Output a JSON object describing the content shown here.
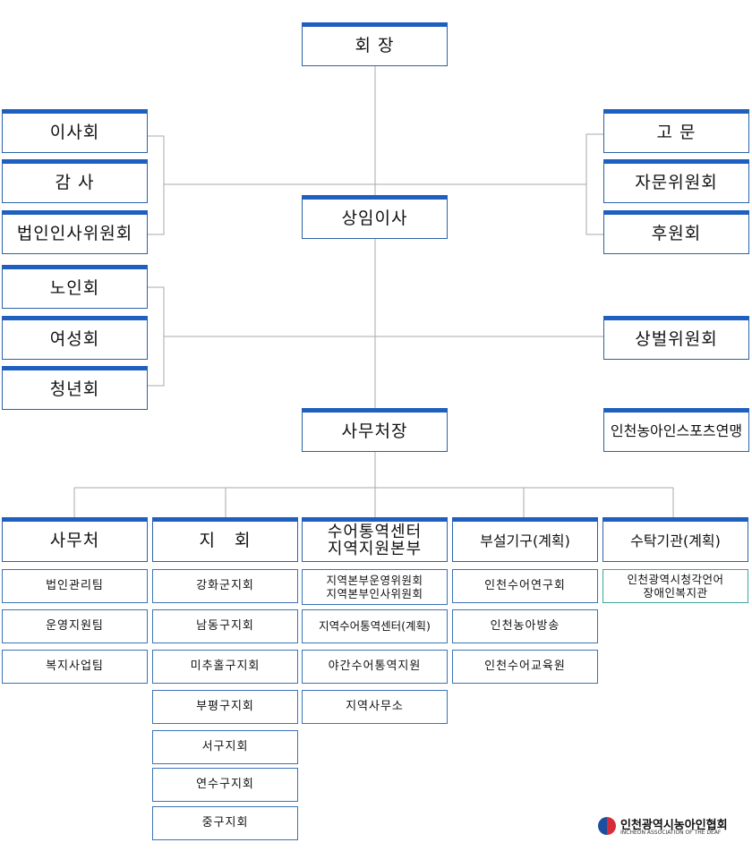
{
  "top": {
    "chairman": "회 장",
    "left_group_1": [
      "이사회",
      "감 사",
      "법인인사위원회"
    ],
    "right_group_1": [
      "고 문",
      "자문위원회",
      "후원회"
    ],
    "standing_director": "상임이사",
    "left_group_2": [
      "노인회",
      "여성회",
      "청년회"
    ],
    "right_single": "상벌위원회",
    "secretary_general": "사무처장",
    "sports_federation": "인천농아인스포츠연맹"
  },
  "divisions": [
    {
      "title": "사무처",
      "items": [
        "법인관리팀",
        "운영지원팀",
        "복지사업팀"
      ]
    },
    {
      "title": "지   회",
      "items": [
        "강화군지회",
        "남동구지회",
        "미추홀구지회",
        "부평구지회",
        "서구지회",
        "연수구지회",
        "중구지회"
      ]
    },
    {
      "title": "수어통역센터\n지역지원본부",
      "items": [
        "지역본부운영위원회\n지역본부인사위원회",
        "지역수어통역센터(계획)",
        "야간수어통역지원",
        "지역사무소"
      ]
    },
    {
      "title": "부설기구(계획)",
      "items": [
        "인천수어연구회",
        "인천농아방송",
        "인천수어교육원"
      ]
    },
    {
      "title": "수탁기관(계획)",
      "items": [
        "인천광역시청각언어\n장애인복지관"
      ]
    }
  ],
  "logo": {
    "name": "인천광역시농아인협회",
    "sub": "INCHEON ASSOCIATION OF THE DEAF"
  },
  "colors": {
    "box_top": "#1f5fbf",
    "box_border": "#2b62a8",
    "line": "#aaaaaa",
    "teal": "#3aa59a"
  }
}
